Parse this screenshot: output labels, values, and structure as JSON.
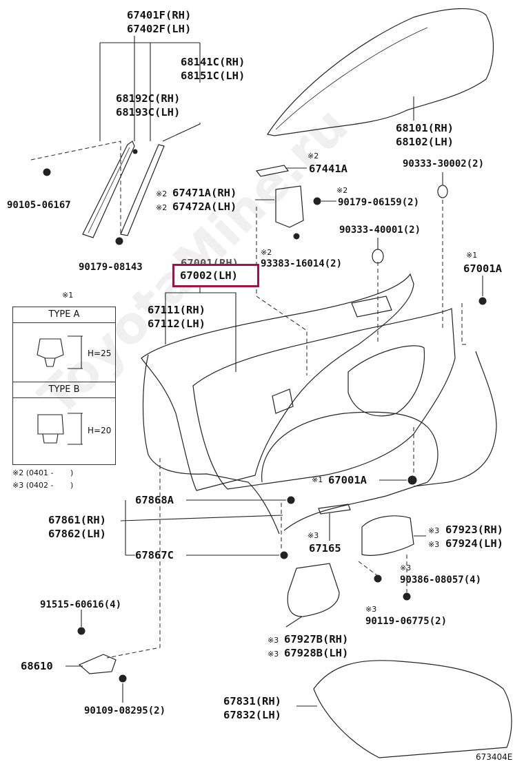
{
  "labels": {
    "window_frame": [
      "67401F(RH)",
      "67402F(LH)"
    ],
    "run_channel": [
      "68141C(RH)",
      "68151C(LH)"
    ],
    "weatherstrip_small": [
      "68192C(RH)",
      "68193C(LH)"
    ],
    "bolt_90105": "90105-06167",
    "bolt_90179_08143": "90179-08143",
    "glass": [
      "68101(RH)",
      "68102(LH)"
    ],
    "hinge_67441a": "67441A",
    "plug_90333_30002": "90333-30002(2)",
    "bracket_67471a": [
      "67471A(RH)",
      "67472A(LH)"
    ],
    "nut_90179_06159": "90179-06159(2)",
    "plug_90333_40001": "90333-40001(2)",
    "screw_93383": "93383-16014(2)",
    "door_rh": "67001(RH)",
    "door_lh": "67002(LH)",
    "clip_67001a_top": "67001A",
    "weatherstrip_67111": [
      "67111(RH)",
      "67112(LH)"
    ],
    "clip_67001a_mid": "67001A",
    "clip_67868a": "67868A",
    "weatherstrip_67861": [
      "67861(RH)",
      "67862(LH)"
    ],
    "bracket_67165": "67165",
    "bracket_67923": [
      "67923(RH)",
      "67924(LH)"
    ],
    "clip_67867c": "67867C",
    "bolt_90386": "90386-08057(4)",
    "bolt_91515": "91515-60616(4)",
    "bolt_90119": "90119-06775(2)",
    "cover_67927b": [
      "67927B(RH)",
      "67928B(LH)"
    ],
    "hinge_68610": "68610",
    "bolt_90109": "90109-08295(2)",
    "trim_67831": [
      "67831(RH)",
      "67832(LH)"
    ]
  },
  "marks": {
    "x1": "※1",
    "x2": "※2",
    "x3": "※3"
  },
  "legend": {
    "title_mark": "※1",
    "type_a": "TYPE A",
    "type_a_h": "H=25",
    "type_b": "TYPE B",
    "type_b_h": "H=20",
    "note2": "※2 (0401 -       )",
    "note3": "※3 (0402 -       )"
  },
  "figure_code": "673404E",
  "watermark": "ToyotaMine.ru"
}
